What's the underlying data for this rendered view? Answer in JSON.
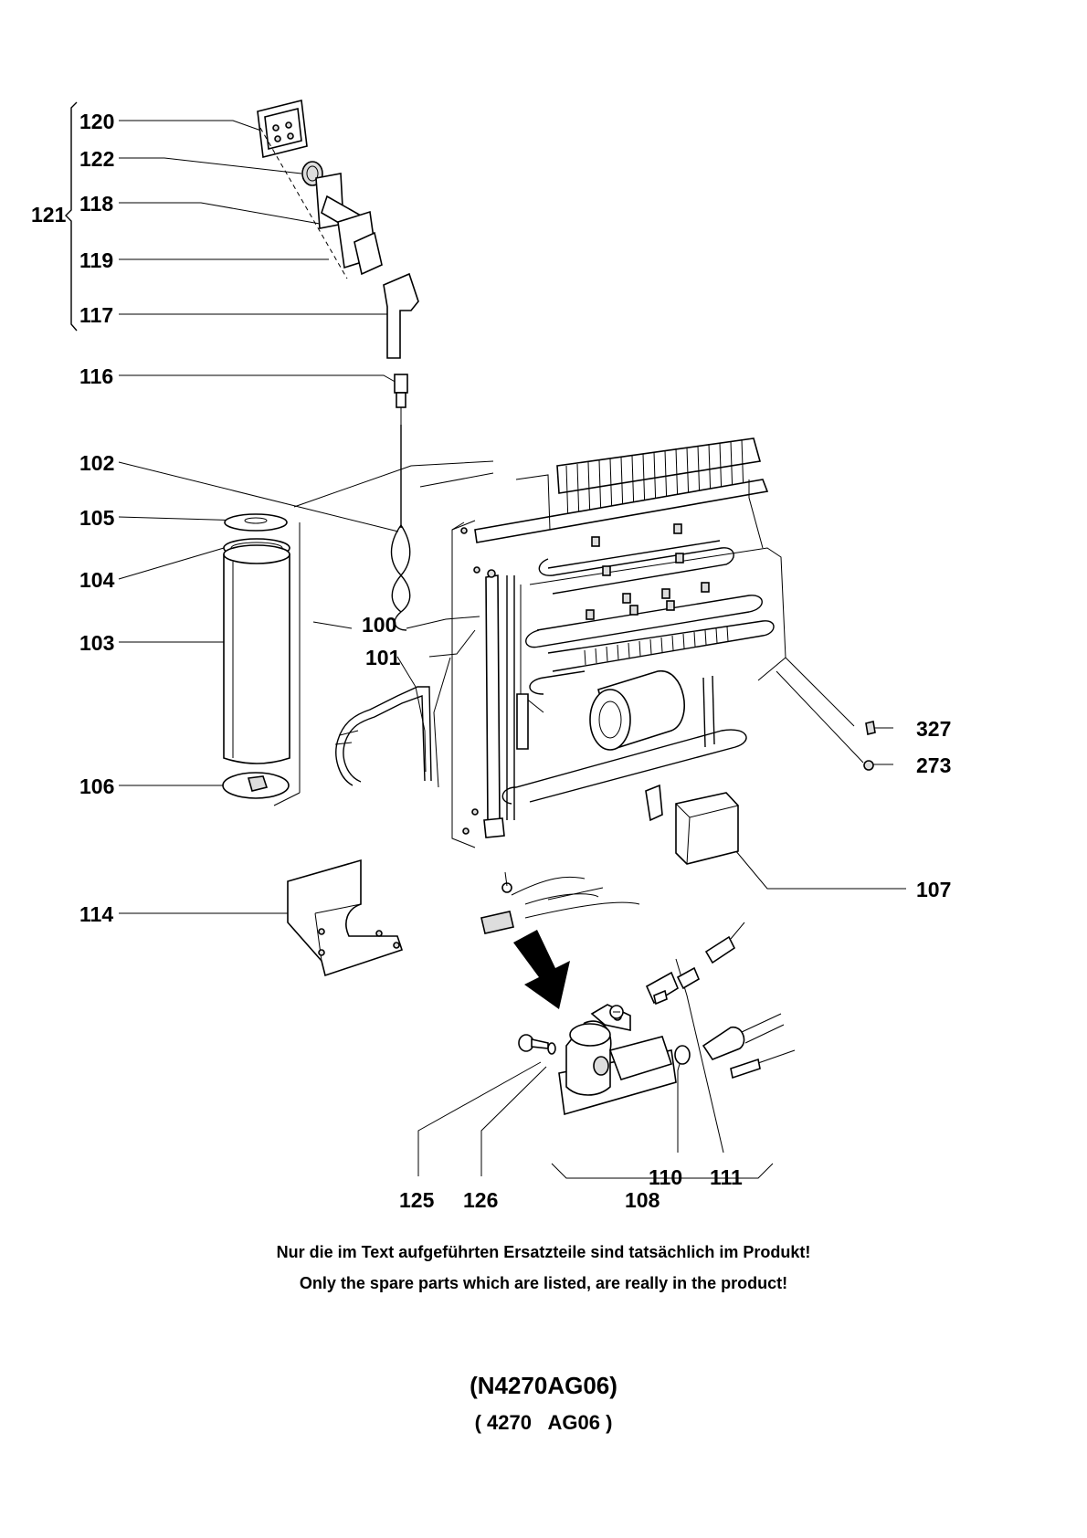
{
  "labels": {
    "l120": "120",
    "l122": "122",
    "l121": "121",
    "l118": "118",
    "l119": "119",
    "l117": "117",
    "l116": "116",
    "l102": "102",
    "l105": "105",
    "l104": "104",
    "l103": "103",
    "l100": "100",
    "l101": "101",
    "l106": "106",
    "l327": "327",
    "l273": "273",
    "l107": "107",
    "l114": "114",
    "l110": "110",
    "l111": "111",
    "l125": "125",
    "l126": "126",
    "l108": "108"
  },
  "notes": {
    "german": "Nur die im Text aufgeführten Ersatzteile sind tatsächlich im Produkt!",
    "english": "Only the spare parts which are listed, are really in the product!"
  },
  "codes": {
    "primary": "(N4270AG06)",
    "secondary": "( 4270   AG06 )"
  }
}
